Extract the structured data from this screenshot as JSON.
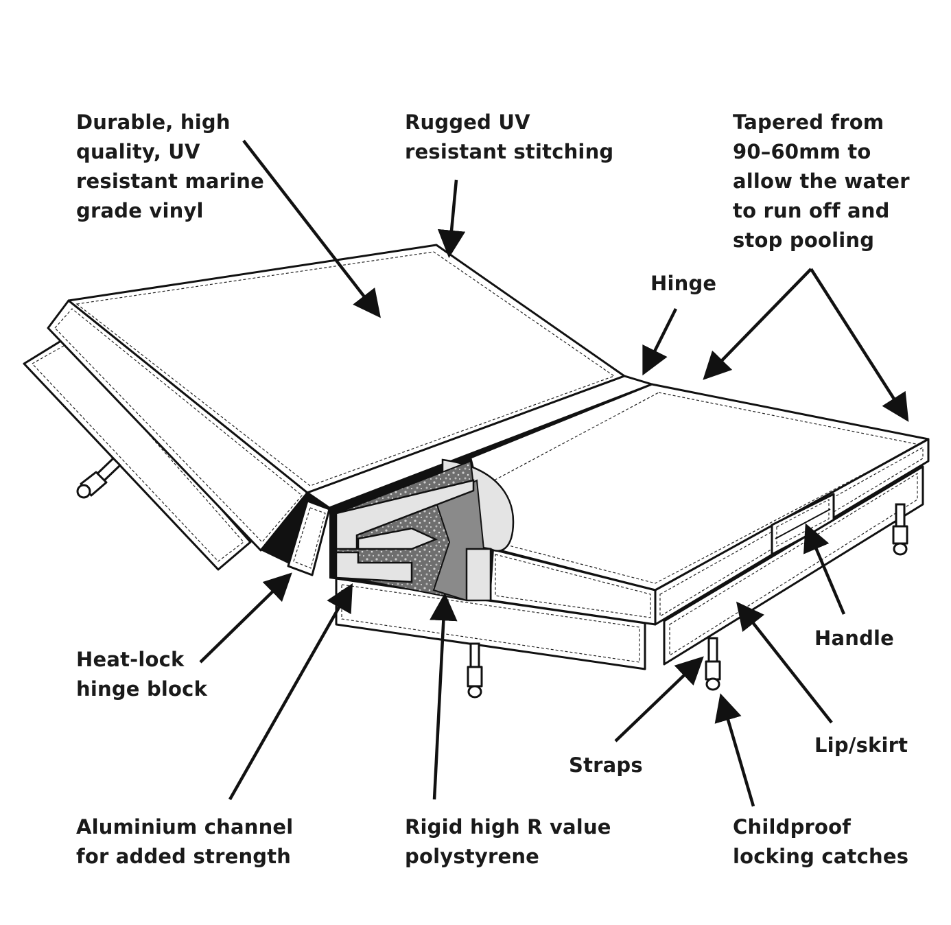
{
  "colors": {
    "ink": "#111111",
    "background": "#ffffff",
    "foam_light": "#e4e4e4",
    "foam_mid": "#9b9b9b",
    "foam_dark": "#5a5a5a"
  },
  "callouts": {
    "vinyl": [
      "Durable, high",
      "quality, UV",
      "resistant marine",
      "grade vinyl"
    ],
    "stitching": [
      "Rugged UV",
      "resistant stitching"
    ],
    "tapered": [
      "Tapered from",
      "90–60mm to",
      "allow the water",
      "to run off and",
      "stop pooling"
    ],
    "hinge": [
      "Hinge"
    ],
    "heatlock": [
      "Heat-lock",
      "hinge block"
    ],
    "handle": [
      "Handle"
    ],
    "lipskirt": [
      "Lip/skirt"
    ],
    "straps": [
      "Straps"
    ],
    "aluminium": [
      "Aluminium channel",
      "for added strength"
    ],
    "polystyrene": [
      "Rigid high R value",
      "polystyrene"
    ],
    "catches": [
      "Childproof",
      "locking catches"
    ]
  }
}
